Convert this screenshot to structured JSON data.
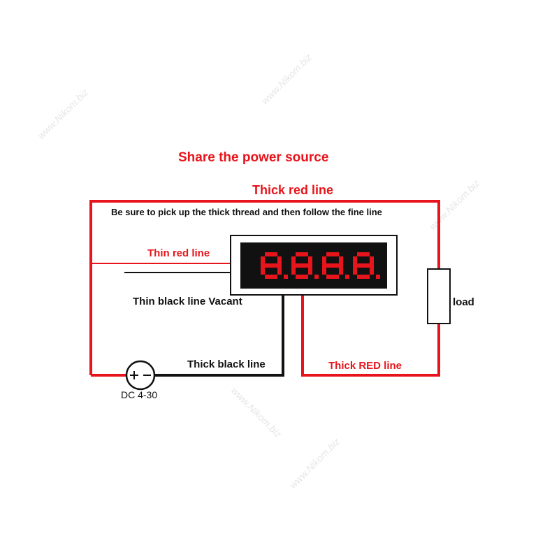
{
  "title": "Share the power source",
  "labels": {
    "thick_red_top": "Thick red line",
    "instruction": "Be sure to pick up the thick thread and then follow the fine line",
    "thin_red": "Thin red line",
    "thin_black": "Thin black line Vacant",
    "thick_black": "Thick black line",
    "thick_red_bottom": "Thick RED line",
    "load": "load",
    "source": "DC 4-30",
    "display_digits": "8.8.8.8"
  },
  "watermark": "www.Nikom.biz",
  "colors": {
    "red": "#e8141b",
    "black": "#111111",
    "display_bg": "#111111",
    "segment": "#e8141b"
  }
}
